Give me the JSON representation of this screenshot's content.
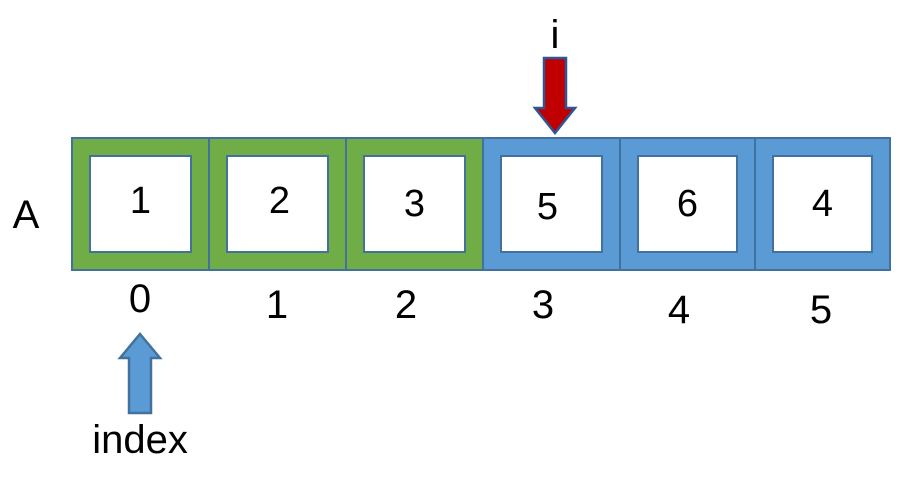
{
  "array": {
    "name": "A",
    "values": [
      "1",
      "2",
      "3",
      "5",
      "6",
      "4"
    ],
    "indices": [
      "0",
      "1",
      "2",
      "3",
      "4",
      "5"
    ],
    "sorted_count": 3
  },
  "pointers": {
    "i": {
      "label": "i",
      "position": 3,
      "color": "#c00000"
    },
    "index": {
      "label": "index",
      "position": 0,
      "color": "#5b9bd5"
    }
  },
  "colors": {
    "sorted_border": "#70ad47",
    "unsorted_border": "#5b9bd5",
    "outline": "#41719c",
    "cell_fill": "#ffffff"
  }
}
